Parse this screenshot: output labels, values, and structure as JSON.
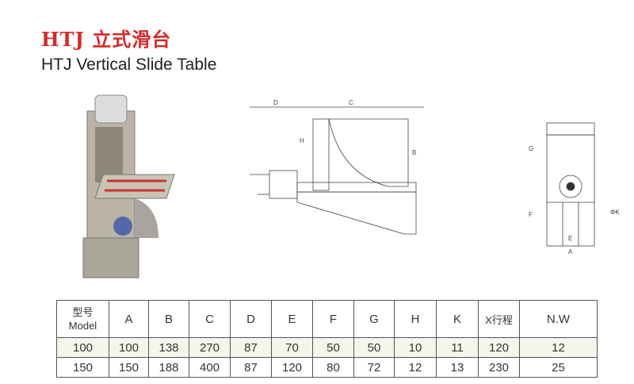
{
  "title_cn": "HTJ 立式滑台",
  "title_en": "HTJ Vertical Slide Table",
  "drawing_labels": {
    "side": [
      "D",
      "C",
      "H",
      "B"
    ],
    "front": [
      "G",
      "F",
      "E",
      "A",
      "ΦK"
    ]
  },
  "table": {
    "header_model_cn": "型号",
    "header_model_en": "Model",
    "headers": [
      "A",
      "B",
      "C",
      "D",
      "E",
      "F",
      "G",
      "H",
      "K",
      "X行程",
      "N.W"
    ],
    "rows": [
      [
        "100",
        "100",
        "138",
        "270",
        "87",
        "70",
        "50",
        "50",
        "10",
        "11",
        "120",
        "12"
      ],
      [
        "150",
        "150",
        "188",
        "400",
        "87",
        "120",
        "80",
        "72",
        "12",
        "13",
        "230",
        "25"
      ]
    ]
  },
  "colors": {
    "title": "#d42a2a",
    "text": "#222222"
  }
}
